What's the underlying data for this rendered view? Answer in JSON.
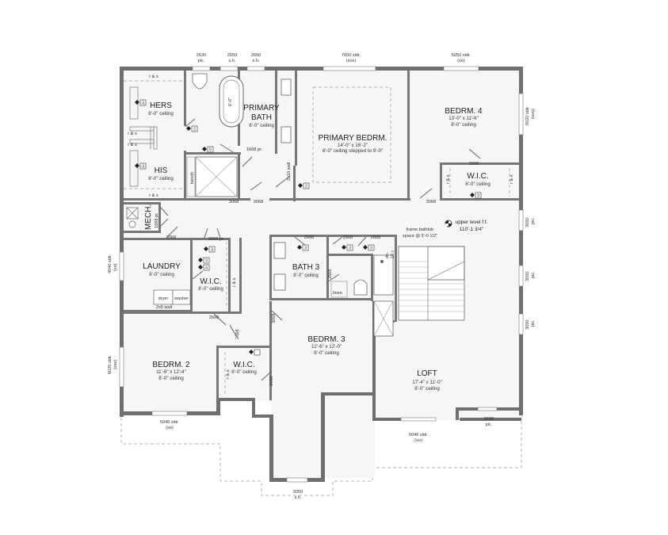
{
  "rooms": {
    "hers": {
      "name": "HERS",
      "ceiling": "8'-0\" ceiling"
    },
    "his": {
      "name": "HIS",
      "ceiling": "8'-0\" ceiling"
    },
    "primary_bath": {
      "name_line1": "PRIMARY",
      "name_line2": "BATH",
      "ceiling": "8'-0\" ceiling"
    },
    "primary_bedrm": {
      "name": "PRIMARY BEDRM.",
      "dims": "14'-0\" x 16'-2\"",
      "ceiling": "8'-0\" ceiling stepped to 9'-0\""
    },
    "bedrm4": {
      "name": "BEDRM. 4",
      "dims": "13'-0\" x 11'-6\"",
      "ceiling": "8'-0\" ceiling"
    },
    "wic_bed4": {
      "name": "W.I.C.",
      "ceiling": "8'-0\" ceiling"
    },
    "mech": {
      "name": "MECH.",
      "door": "1668 pr."
    },
    "laundry": {
      "name": "LAUNDRY",
      "ceiling": "8'-0\" ceiling"
    },
    "wic_laundry": {
      "name": "W.I.C.",
      "ceiling": "8'-0\" ceiling"
    },
    "bath3": {
      "name": "BATH 3",
      "ceiling": "8'-0\" ceiling"
    },
    "bedrm3": {
      "name": "BEDRM. 3",
      "dims": "12'-6\" x 12'-0\"",
      "ceiling": "8'-0\" ceiling"
    },
    "bedrm2": {
      "name": "BEDRM. 2",
      "dims": "11'-6\" x 12'-4\"",
      "ceiling": "8'-0\" ceiling"
    },
    "wic_bed2": {
      "name": "W.I.C.",
      "ceiling": "8'-0\" ceiling"
    },
    "loft": {
      "name": "LOFT",
      "dims": "17'-4\" x 11'-0\"",
      "ceiling": "8'-0\" ceiling"
    }
  },
  "windows": {
    "w2630": {
      "size": "2630",
      "type": "pic."
    },
    "w2650a": {
      "size": "2650",
      "type": "s.h."
    },
    "w2650b": {
      "size": "2650",
      "type": "s.h."
    },
    "w7650": {
      "size": "7650 sldr.",
      "type": "(xox)"
    },
    "w5050": {
      "size": "5050 sldr.",
      "type": "(xo)"
    },
    "w6020r": {
      "size": "6020 sldr.",
      "type": "(oxo)"
    },
    "w3050a": {
      "size": "3050",
      "type": "pic."
    },
    "w3050b": {
      "size": "3050",
      "type": "pic."
    },
    "w3050c": {
      "size": "3050",
      "type": "pic."
    },
    "w4040": {
      "size": "4040 sldr.",
      "type": "(xo)"
    },
    "w6020l": {
      "size": "6020 sldr.",
      "type": "(xox)"
    },
    "w5046a": {
      "size": "5046 sldr.",
      "type": "(xo)"
    },
    "w5046b": {
      "size": "5046 sldr.",
      "type": "(xo)"
    },
    "w2636": {
      "size": "2636",
      "type": "pic."
    },
    "w3050sh": {
      "size": "3050",
      "type": "s.h."
    }
  },
  "doors": {
    "d3068a": "3068",
    "d3068b": "3068",
    "d3068c": "3068",
    "d3068d": "3068",
    "d2068pr": "2068 pr.",
    "d2668a": "2668",
    "d2668b": "2668",
    "d2668c": "2668",
    "d2668d": "2668",
    "d2668e": "2668",
    "d2668f": "2668",
    "d2668g": "2668",
    "d1668pr": "1668 pr.",
    "d3068e": "3068",
    "d2668h": "2668"
  },
  "fixtures": {
    "rs1": "r & s",
    "rs2": "r & s",
    "rs3": "r & s",
    "rs4": "r & s",
    "rs5": "r & s",
    "rs6": "r & s",
    "rs7": "r & s",
    "rs8": "r & s",
    "bench": "bench",
    "tub_size": "6'-0\"",
    "wall_2x10": "2x10 wall",
    "wall_2x6": "2x6 wall",
    "dryer": "dryer",
    "washer": "washer",
    "linen": "linen",
    "dn": "dn.",
    "dn_risers": "16 r."
  },
  "notes": {
    "upper_level_line1": "upper level f.f.",
    "upper_level_line2": "110'-1 3/4\"",
    "frame_tub_line1": "frame bathtub",
    "frame_tub_line2": "space @ 5'-0 1/2\""
  },
  "tags": {
    "t1": "3",
    "t2": "2",
    "t3": "5",
    "t4": "3",
    "t5": "2",
    "t6": "3",
    "t7": "3",
    "t8": "3",
    "t9": "4",
    "t10": "3",
    "t11": "3",
    "t12": "3"
  }
}
